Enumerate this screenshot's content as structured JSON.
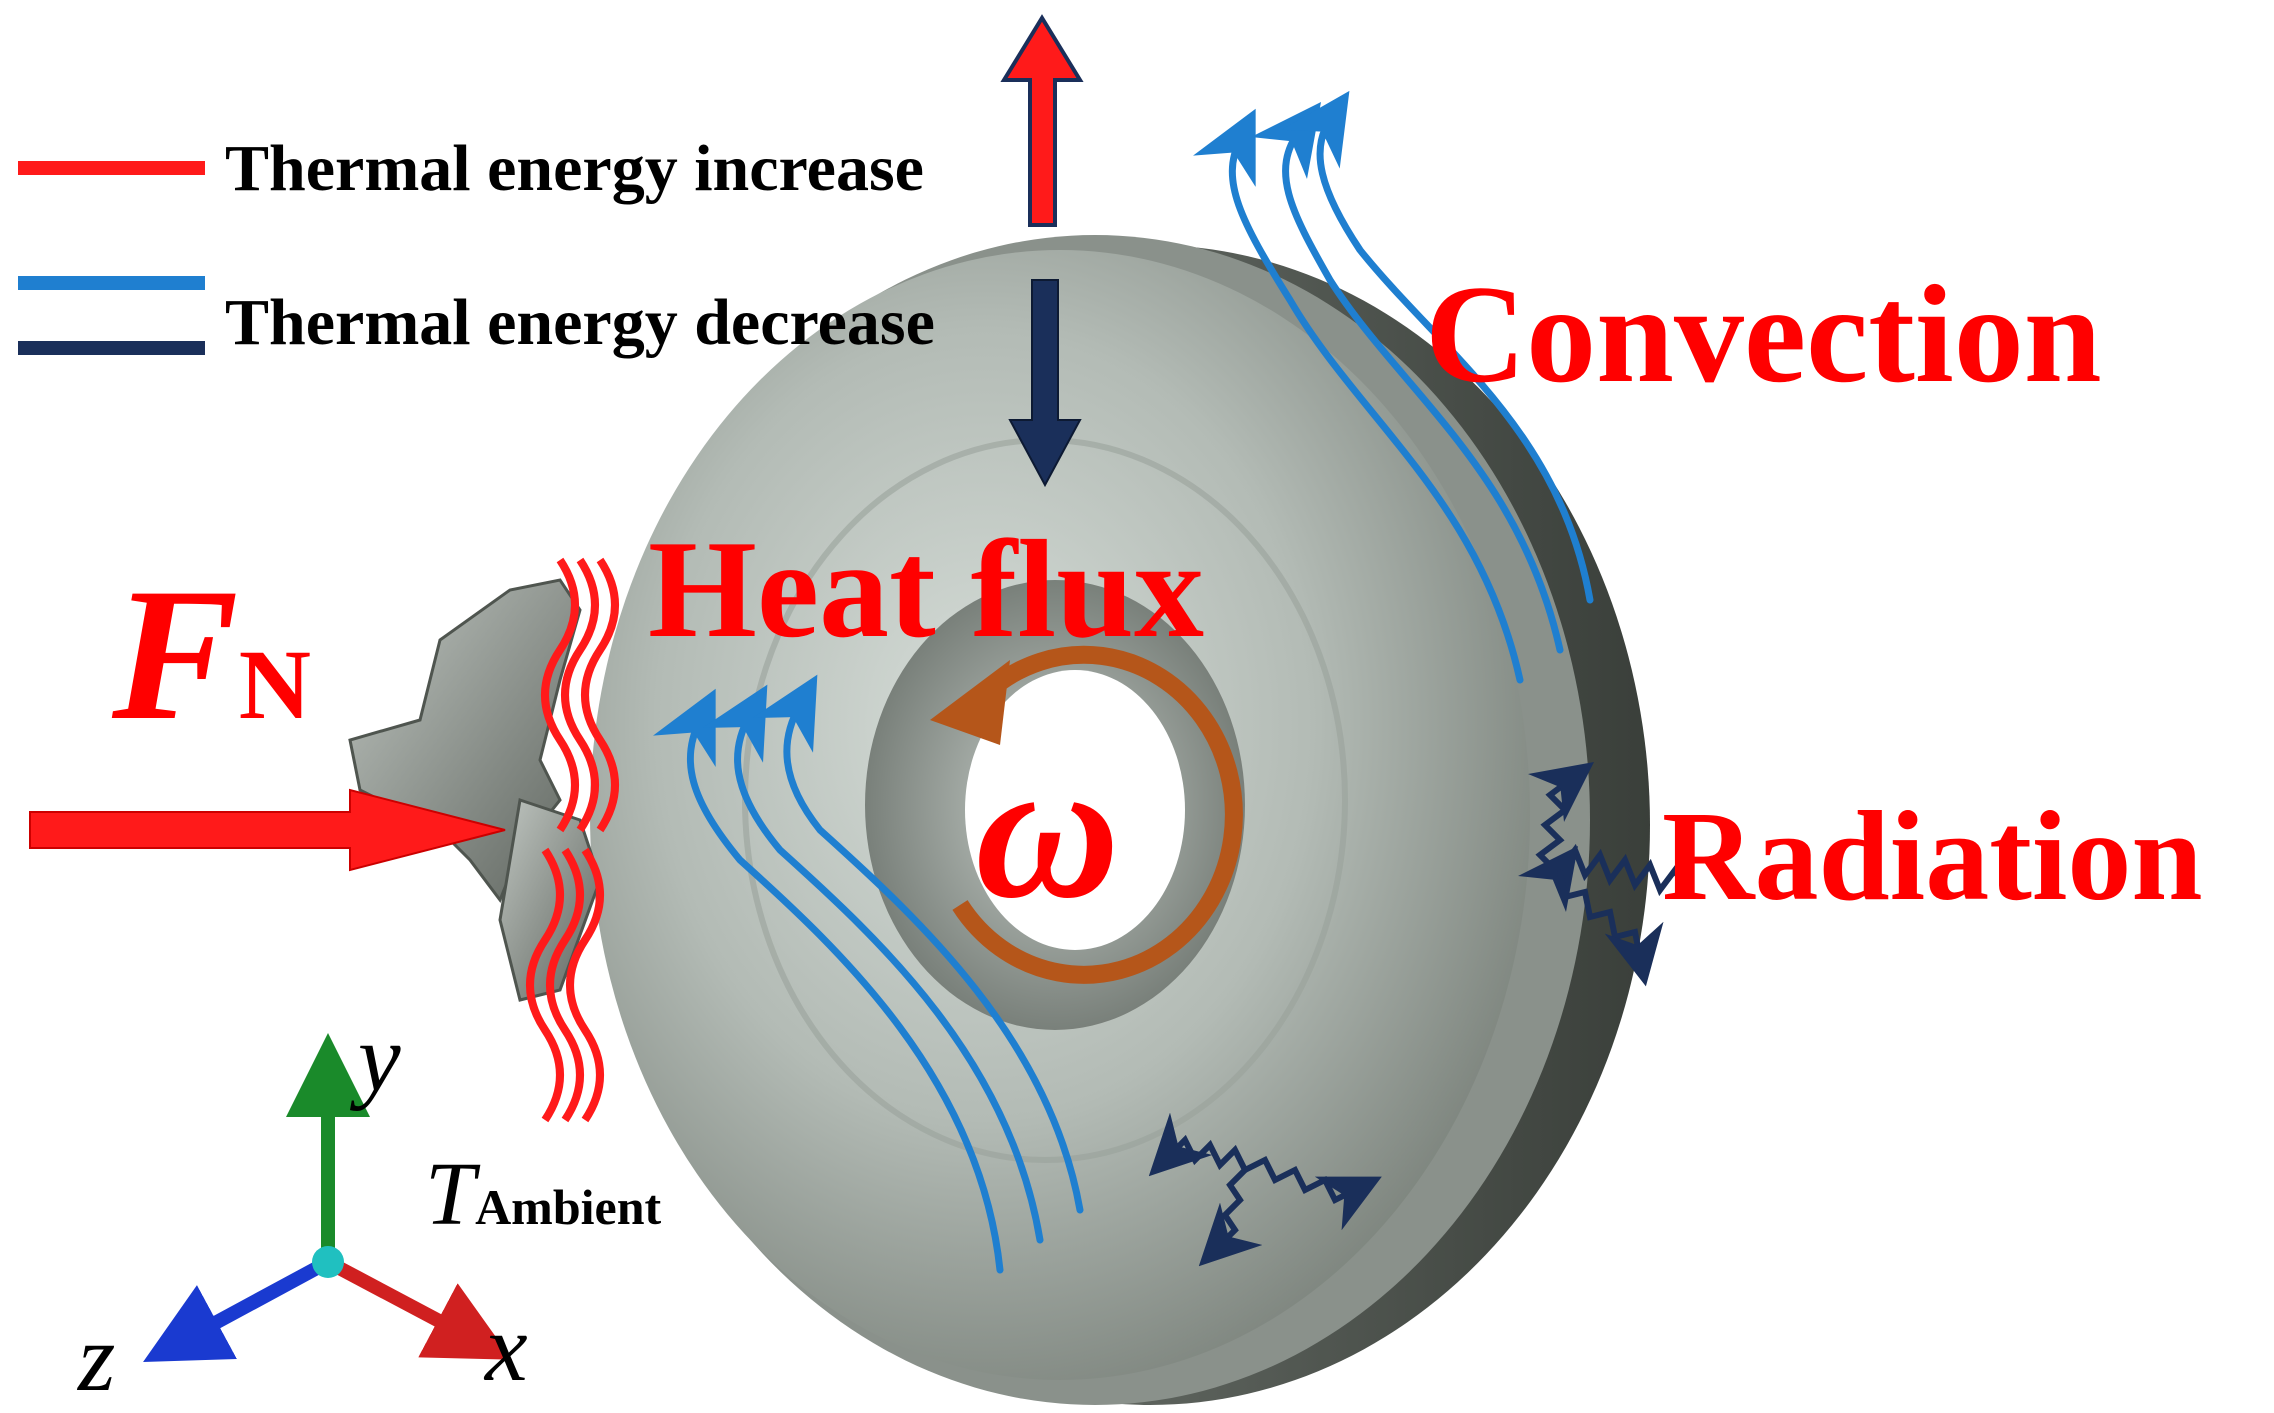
{
  "legend": {
    "items": [
      {
        "label": "Thermal energy increase",
        "colors": [
          "#ff1a1a"
        ]
      },
      {
        "label": "Thermal energy decrease",
        "colors": [
          "#1f7fd0",
          "#1a2f5a"
        ]
      }
    ]
  },
  "labels": {
    "convection": "Convection",
    "heat_flux": "Heat flux",
    "radiation": "Radiation",
    "force_symbol": "F",
    "force_subscript": "N",
    "omega": "ω",
    "ambient_symbol": "T",
    "ambient_subscript": "Ambient",
    "axis_x": "x",
    "axis_y": "y",
    "axis_z": "z"
  },
  "colors": {
    "label_red": "#ff0000",
    "heat_red": "#ff1a1a",
    "convection_blue": "#1f7fd0",
    "radiation_navy": "#1a2f5a",
    "rotation_brown": "#b5561a",
    "axis_x": "#d02020",
    "axis_y": "#1a8a2a",
    "axis_z": "#1a3ad0",
    "axis_origin": "#20c0c0"
  },
  "icons": {
    "wheel": "railway-wheel-icon",
    "brake": "brake-block-icon",
    "rotation": "rotation-arrow-icon",
    "coordinate_axes": "axes-icon"
  }
}
